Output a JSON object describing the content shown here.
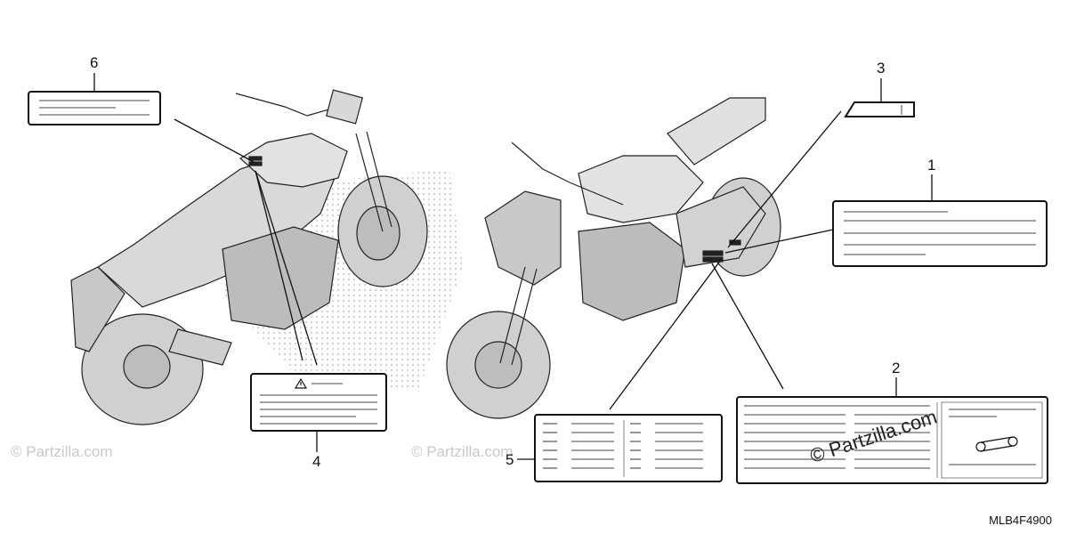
{
  "diagram": {
    "callouts": [
      "1",
      "2",
      "3",
      "4",
      "5",
      "6"
    ],
    "code": "MLB4F4900"
  },
  "watermarks": {
    "small": "© Partzilla.com",
    "large": "© Partzilla.com"
  },
  "colors": {
    "line": "#222222",
    "body_gray": "#d9d9d9",
    "shadow_dots": "#bdbdbd",
    "watermark": "#c9c9c9"
  }
}
